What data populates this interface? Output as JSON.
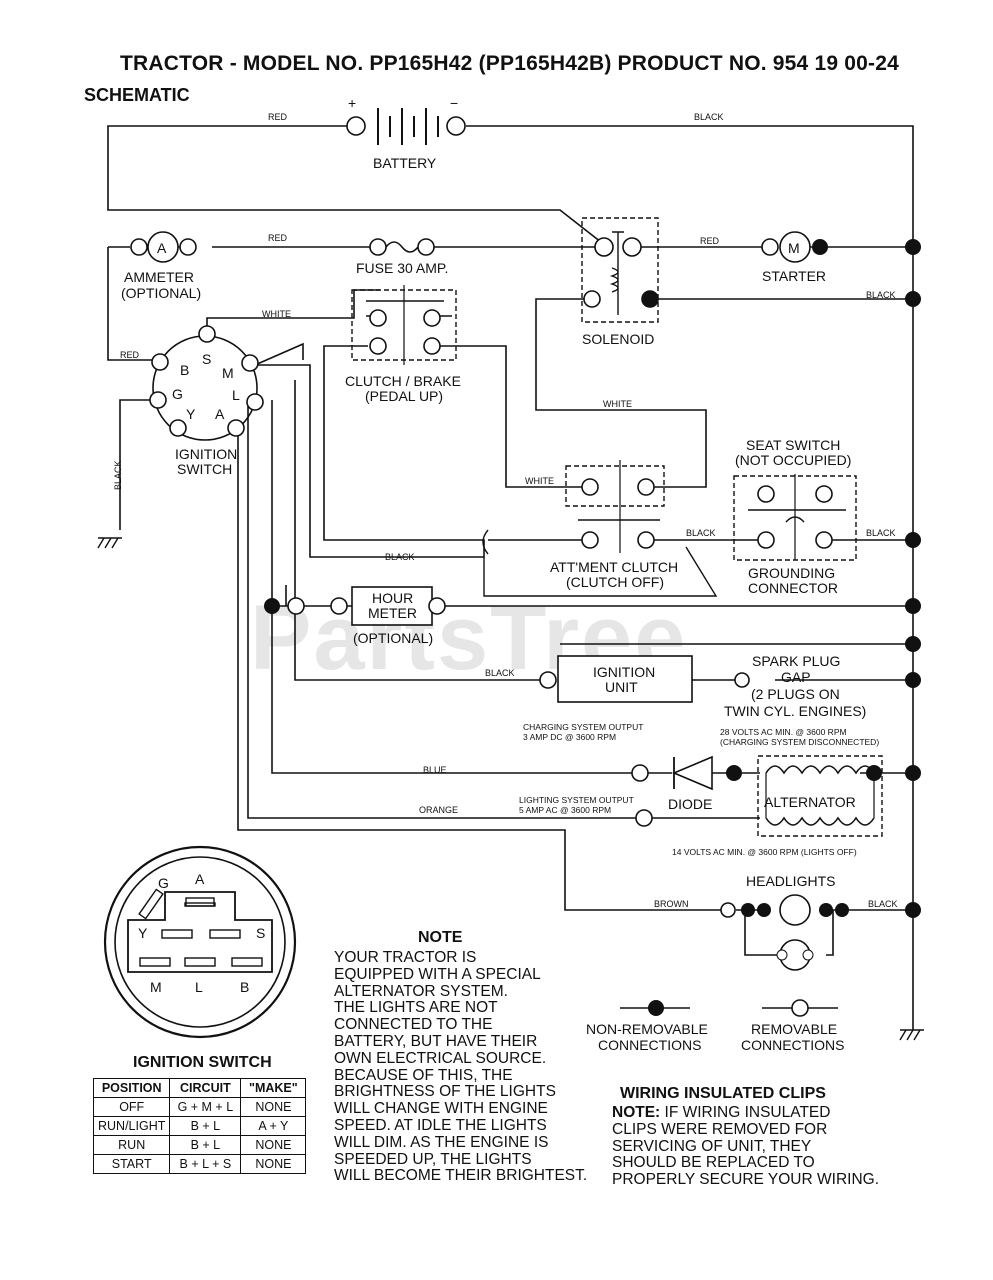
{
  "header": {
    "title": "TRACTOR - MODEL NO. PP165H42 (PP165H42B) PRODUCT NO. 954 19 00-24",
    "subtitle": "SCHEMATIC"
  },
  "watermark": "PartsTree",
  "components": {
    "battery": "BATTERY",
    "ammeter": [
      "AMMETER",
      "(OPTIONAL)"
    ],
    "ammeter_symbol": "A",
    "fuse": "FUSE 30 AMP.",
    "solenoid": "SOLENOID",
    "starter": "STARTER",
    "starter_symbol": "M",
    "clutch_brake": [
      "CLUTCH / BRAKE",
      "(PEDAL UP)"
    ],
    "ignition_switch": [
      "IGNITION",
      "SWITCH"
    ],
    "seat_switch": [
      "SEAT SWITCH",
      "(NOT OCCUPIED)"
    ],
    "attachment_clutch": [
      "ATT'MENT CLUTCH",
      "(CLUTCH OFF)"
    ],
    "grounding_connector": [
      "GROUNDING",
      "CONNECTOR"
    ],
    "hour_meter": [
      "HOUR",
      "METER",
      "(OPTIONAL)"
    ],
    "ignition_unit": [
      "IGNITION",
      "UNIT"
    ],
    "spark_plug": [
      "SPARK PLUG",
      "GAP",
      "(2 PLUGS ON",
      "TWIN CYL. ENGINES)"
    ],
    "diode": "DIODE",
    "alternator": "ALTERNATOR",
    "headlights": "HEADLIGHTS",
    "switch_terminals": [
      "S",
      "B",
      "M",
      "G",
      "L",
      "Y",
      "A"
    ],
    "charging_output": [
      "CHARGING SYSTEM OUTPUT",
      "3 AMP DC @ 3600 RPM"
    ],
    "charging_ac": [
      "28 VOLTS AC MIN. @ 3600 RPM",
      "(CHARGING SYSTEM DISCONNECTED)"
    ],
    "lighting_output": [
      "LIGHTING SYSTEM OUTPUT",
      "5 AMP AC @ 3600 RPM"
    ],
    "lights_ac": "14 VOLTS AC MIN. @ 3600 RPM (LIGHTS OFF)"
  },
  "wire_labels": {
    "red": "RED",
    "black": "BLACK",
    "white": "WHITE",
    "blue": "BLUE",
    "orange": "ORANGE",
    "brown": "BROWN"
  },
  "battery_polarity": {
    "pos": "+",
    "neg": "−"
  },
  "legend": {
    "non_removable": [
      "NON-REMOVABLE",
      "CONNECTIONS"
    ],
    "removable": [
      "REMOVABLE",
      "CONNECTIONS"
    ]
  },
  "note": {
    "title": "NOTE",
    "lines": [
      "YOUR TRACTOR IS",
      "EQUIPPED WITH A SPECIAL",
      "ALTERNATOR SYSTEM.",
      "THE LIGHTS ARE NOT",
      "CONNECTED TO THE",
      "BATTERY, BUT HAVE THEIR",
      "OWN ELECTRICAL SOURCE.",
      "BECAUSE OF THIS, THE",
      "BRIGHTNESS OF THE LIGHTS",
      "WILL CHANGE WITH ENGINE",
      "SPEED.  AT IDLE THE LIGHTS",
      "WILL DIM.  AS THE ENGINE IS",
      "SPEEDED UP, THE LIGHTS",
      "WILL BECOME THEIR BRIGHTEST."
    ]
  },
  "wiring_clips": {
    "title": "WIRING INSULATED CLIPS",
    "lead": "NOTE:",
    "lines": [
      " IF WIRING INSULATED",
      "CLIPS WERE REMOVED FOR",
      "SERVICING OF UNIT, THEY",
      "SHOULD BE REPLACED TO",
      "PROPERLY SECURE YOUR WIRING."
    ]
  },
  "ignition_switch_detail": {
    "title": "IGNITION SWITCH",
    "pin_labels": [
      "G",
      "A",
      "Y",
      "S",
      "M",
      "L",
      "B"
    ],
    "table": {
      "headers": [
        "POSITION",
        "CIRCUIT",
        "\"MAKE\""
      ],
      "rows": [
        [
          "OFF",
          "G + M + L",
          "NONE"
        ],
        [
          "RUN/LIGHT",
          "B + L",
          "A + Y"
        ],
        [
          "RUN",
          "B + L",
          "NONE"
        ],
        [
          "START",
          "B + L + S",
          "NONE"
        ]
      ]
    }
  }
}
